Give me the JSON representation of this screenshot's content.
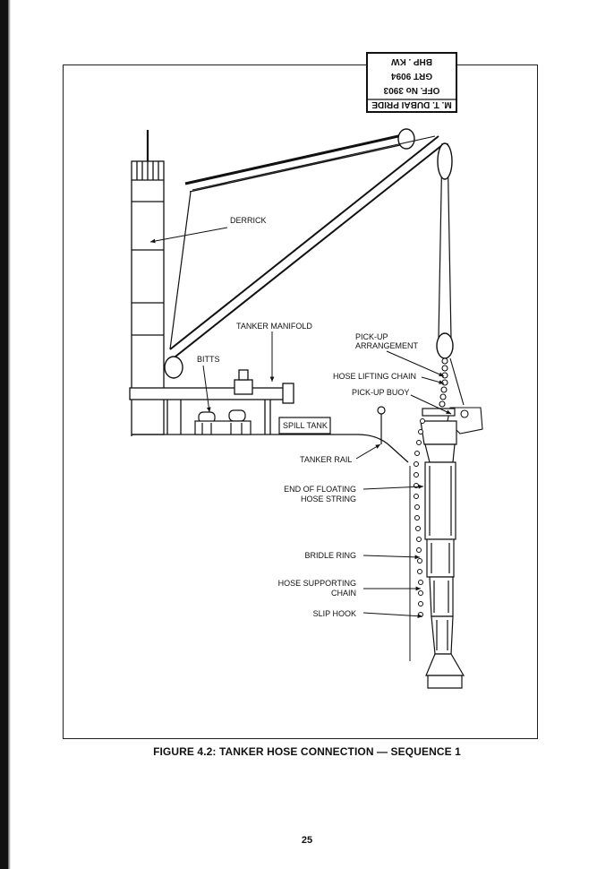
{
  "stamp": {
    "lines": [
      "M. T. DUBAI PRIDE",
      "OFF. No 3903",
      "GRT 9094",
      "BHP  .  KW"
    ]
  },
  "labels": {
    "derrick": "DERRICK",
    "tanker_manifold": "TANKER MANIFOLD",
    "bitts": "BITTS",
    "pick_up_arrangement": [
      "PICK-UP",
      "ARRANGEMENT"
    ],
    "hose_lifting_chain": "HOSE LIFTING CHAIN",
    "pick_up_buoy": "PICK-UP BUOY",
    "spill_tank": "SPILL TANK",
    "tanker_rail": "TANKER RAIL",
    "end_of_floating_hose_string": [
      "END OF FLOATING",
      "HOSE STRING"
    ],
    "bridle_ring": "BRIDLE RING",
    "hose_supporting_chain": [
      "HOSE SUPPORTING",
      "CHAIN"
    ],
    "slip_hook": "SLIP HOOK"
  },
  "caption": "FIGURE 4.2: TANKER HOSE CONNECTION — SEQUENCE 1",
  "page_number": "25"
}
